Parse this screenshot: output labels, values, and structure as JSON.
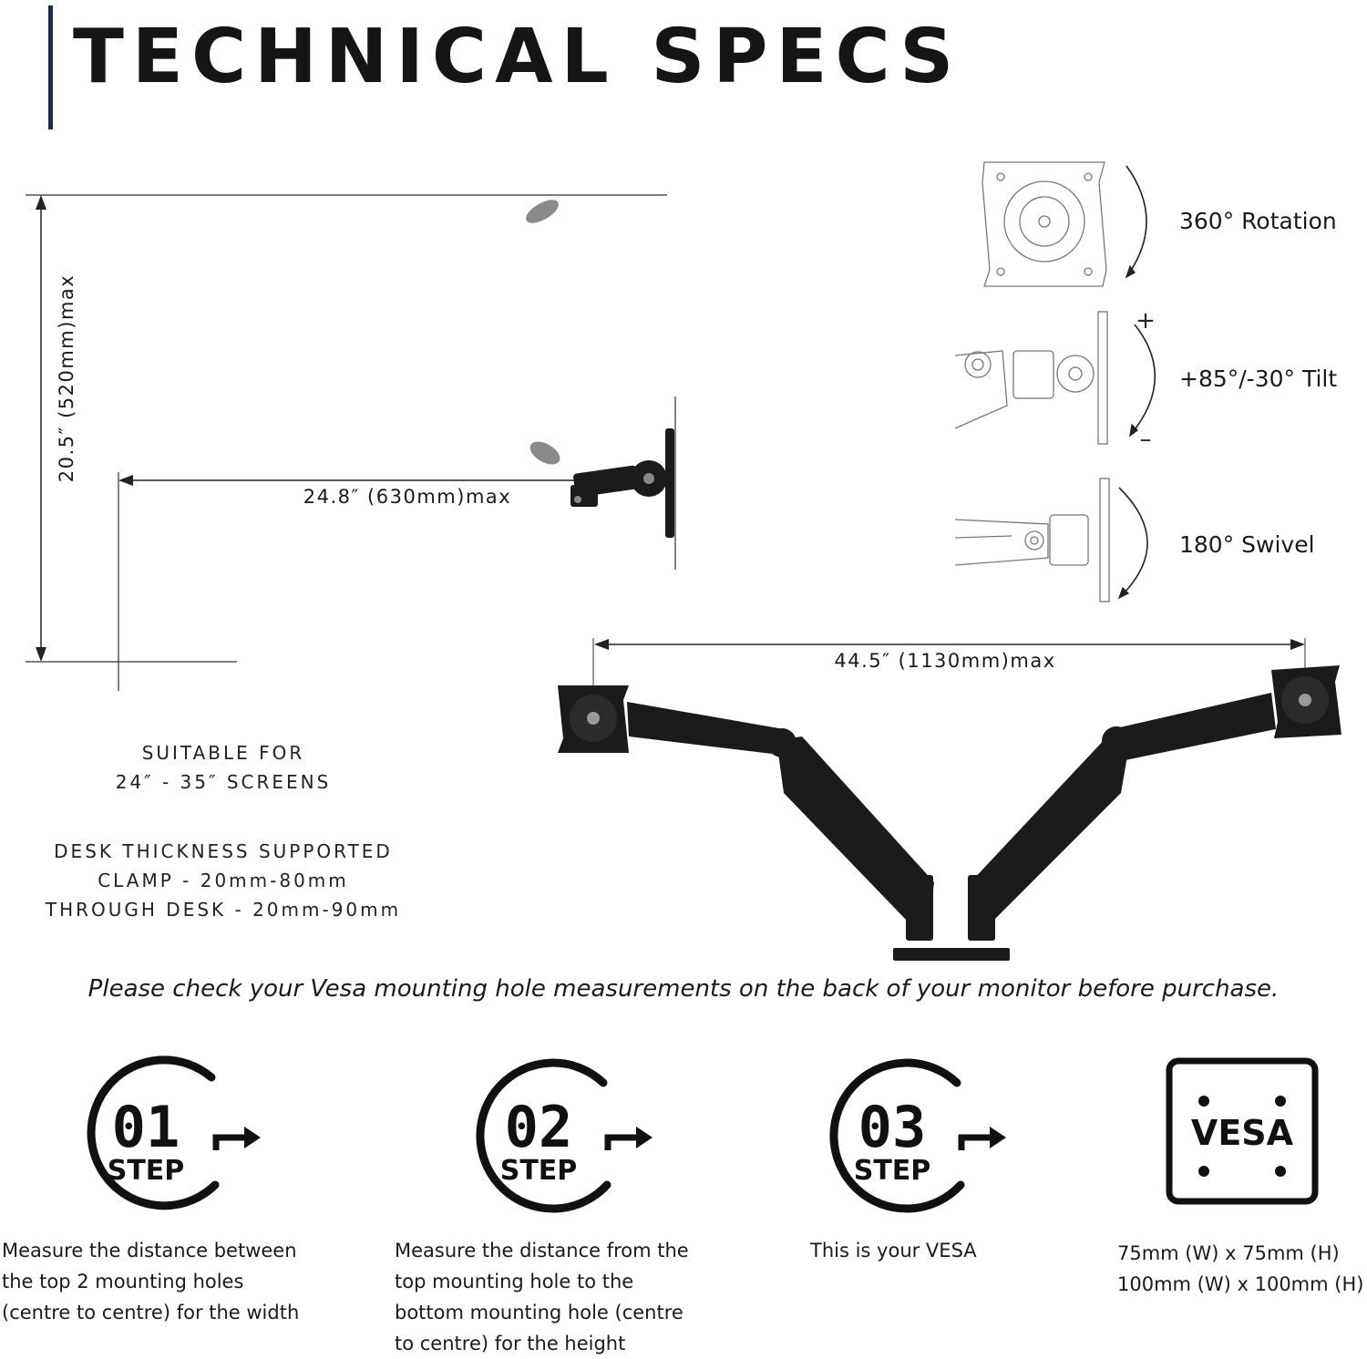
{
  "header": {
    "title": "TECHNICAL SPECS"
  },
  "dimensions": {
    "height": "20.5″ (520mm)max",
    "reach": "24.8″ (630mm)max",
    "span": "44.5″ (1130mm)max"
  },
  "features": [
    {
      "label": "360° Rotation",
      "icon": "rotation-diagram-icon"
    },
    {
      "label": "+85°/-30° Tilt",
      "icon": "tilt-diagram-icon",
      "plus": "+",
      "minus": "–"
    },
    {
      "label": "180° Swivel",
      "icon": "swivel-diagram-icon"
    }
  ],
  "suitable": {
    "line1": "SUITABLE FOR",
    "line2": "24″ - 35″ SCREENS"
  },
  "desk": {
    "line1": "DESK THICKNESS SUPPORTED",
    "line2": "CLAMP - 20mm-80mm",
    "line3": "THROUGH DESK - 20mm-90mm"
  },
  "notice": "Please check your Vesa mounting hole measurements on the back of your monitor before purchase.",
  "steps": [
    {
      "number": "01",
      "word": "STEP",
      "lines": [
        "Measure the distance between",
        "the top 2 mounting holes",
        "(centre to centre) for the width"
      ]
    },
    {
      "number": "02",
      "word": "STEP",
      "lines": [
        "Measure the distance from the",
        "top mounting hole to the",
        "bottom mounting hole (centre",
        "to centre) for the height"
      ]
    },
    {
      "number": "03",
      "word": "STEP",
      "lines": [
        "This is your VESA"
      ]
    }
  ],
  "vesa": {
    "logo_text": "VESA",
    "sizes": [
      "75mm (W) x 75mm (H)",
      "100mm (W) x 100mm (H)"
    ]
  },
  "colors": {
    "accent": "#1f2a44",
    "ink": "#1a1a1a",
    "arm": "#1b1b1b"
  }
}
